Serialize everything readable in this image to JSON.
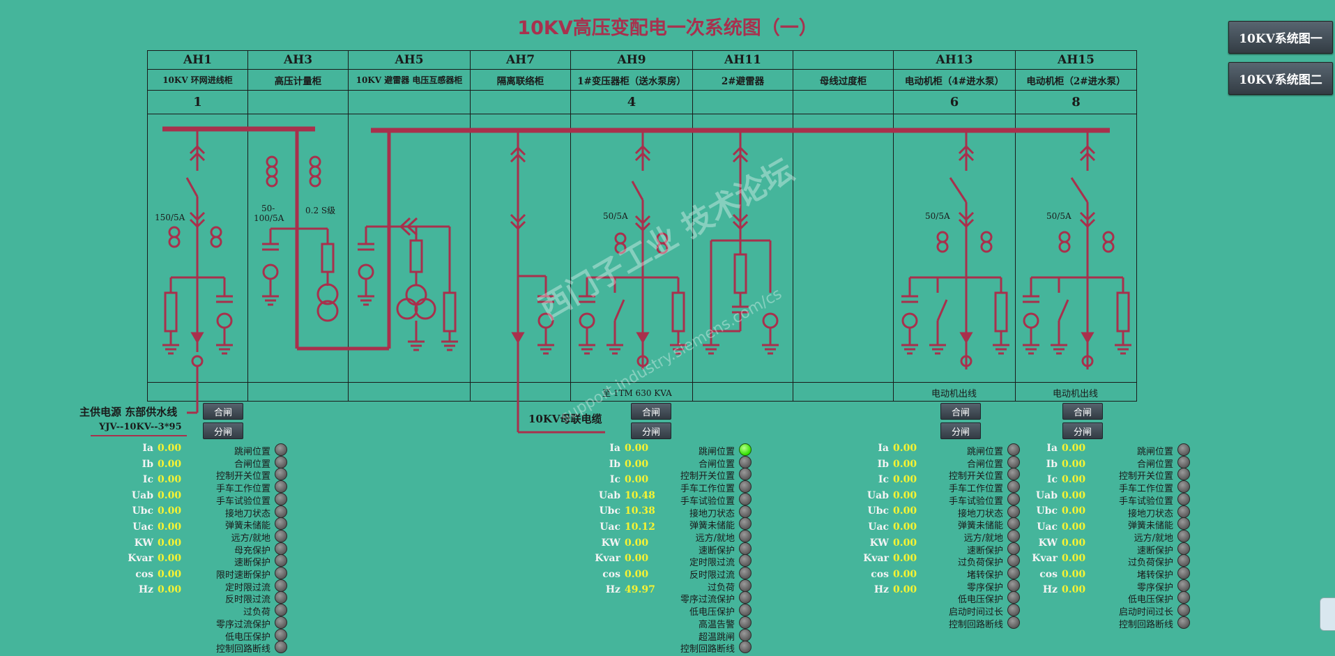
{
  "title": "10KV高压变配电一次系统图（一）",
  "nav": {
    "btn1": "10KV系统图一",
    "btn2": "10KV系统图二"
  },
  "cabinets": [
    {
      "code": "AH1",
      "name": "10KV 环网进线柜",
      "num": "1"
    },
    {
      "code": "AH3",
      "name": "高压计量柜",
      "num": ""
    },
    {
      "code": "AH5",
      "name": "10KV 避雷器 电压互感器柜",
      "num": ""
    },
    {
      "code": "AH7",
      "name": "隔离联络柜",
      "num": ""
    },
    {
      "code": "AH9",
      "name": "1#变压器柜（送水泵房）",
      "num": "4"
    },
    {
      "code": "AH11",
      "name": "2#避雷器",
      "num": ""
    },
    {
      "code": "",
      "name": "母线过度柜",
      "num": ""
    },
    {
      "code": "AH13",
      "name": "电动机柜（4#进水泵）",
      "num": "6"
    },
    {
      "code": "AH15",
      "name": "电动机柜（2#进水泵）",
      "num": "8"
    }
  ],
  "footer_labels": {
    "ah9": "至 1TM 630 KVA",
    "ah13": "电动机出线",
    "ah15": "电动机出线"
  },
  "ct_labels": {
    "ah1": "150/5A",
    "ah3a": "50-",
    "ah3b": "100/5A",
    "ah3c": "0.2 S级",
    "ah9": "50/5A",
    "ah13": "50/5A",
    "ah15": "50/5A"
  },
  "supply": {
    "line1": "主供电源  东部供水线",
    "line2": "YJV--10KV--3*95"
  },
  "bus_cable": "10KV母联电缆",
  "close_btn": "合闸",
  "open_btn": "分闸",
  "watermark": {
    "text": "西门子工业 技术论坛",
    "url": "support.industry.siemens.com/cs"
  },
  "panels": [
    {
      "measures": [
        {
          "label": "Ia",
          "value": "0.00"
        },
        {
          "label": "Ib",
          "value": "0.00"
        },
        {
          "label": "Ic",
          "value": "0.00"
        },
        {
          "label": "Uab",
          "value": "0.00"
        },
        {
          "label": "Ubc",
          "value": "0.00"
        },
        {
          "label": "Uac",
          "value": "0.00"
        },
        {
          "label": "KW",
          "value": "0.00"
        },
        {
          "label": "Kvar",
          "value": "0.00"
        },
        {
          "label": "cos",
          "value": "0.00"
        },
        {
          "label": "Hz",
          "value": "0.00"
        }
      ],
      "status": [
        {
          "label": "跳闸位置",
          "on": false
        },
        {
          "label": "合闸位置",
          "on": false
        },
        {
          "label": "控制开关位置",
          "on": false
        },
        {
          "label": "手车工作位置",
          "on": false
        },
        {
          "label": "手车试验位置",
          "on": false
        },
        {
          "label": "接地刀状态",
          "on": false
        },
        {
          "label": "弹簧未储能",
          "on": false
        },
        {
          "label": "远方/就地",
          "on": false
        },
        {
          "label": "母充保护",
          "on": false
        },
        {
          "label": "速断保护",
          "on": false
        },
        {
          "label": "限时速断保护",
          "on": false
        },
        {
          "label": "定时限过流",
          "on": false
        },
        {
          "label": "反时限过流",
          "on": false
        },
        {
          "label": "过负荷",
          "on": false
        },
        {
          "label": "零序过流保护",
          "on": false
        },
        {
          "label": "低电压保护",
          "on": false
        },
        {
          "label": "控制回路断线",
          "on": false
        }
      ]
    },
    {
      "measures": [
        {
          "label": "Ia",
          "value": "0.00"
        },
        {
          "label": "Ib",
          "value": "0.00"
        },
        {
          "label": "Ic",
          "value": "0.00"
        },
        {
          "label": "Uab",
          "value": "10.48"
        },
        {
          "label": "Ubc",
          "value": "10.38"
        },
        {
          "label": "Uac",
          "value": "10.12"
        },
        {
          "label": "KW",
          "value": "0.00"
        },
        {
          "label": "Kvar",
          "value": "0.00"
        },
        {
          "label": "cos",
          "value": "0.00"
        },
        {
          "label": "Hz",
          "value": "49.97"
        }
      ],
      "status": [
        {
          "label": "跳闸位置",
          "on": true
        },
        {
          "label": "合闸位置",
          "on": false
        },
        {
          "label": "控制开关位置",
          "on": false
        },
        {
          "label": "手车工作位置",
          "on": false
        },
        {
          "label": "手车试验位置",
          "on": false
        },
        {
          "label": "接地刀状态",
          "on": false
        },
        {
          "label": "弹簧未储能",
          "on": false
        },
        {
          "label": "远方/就地",
          "on": false
        },
        {
          "label": "速断保护",
          "on": false
        },
        {
          "label": "定时限过流",
          "on": false
        },
        {
          "label": "反时限过流",
          "on": false
        },
        {
          "label": "过负荷",
          "on": false
        },
        {
          "label": "零序过流保护",
          "on": false
        },
        {
          "label": "低电压保护",
          "on": false
        },
        {
          "label": "高温告警",
          "on": false
        },
        {
          "label": "超温跳闸",
          "on": false
        },
        {
          "label": "控制回路断线",
          "on": false
        }
      ]
    },
    {
      "measures": [
        {
          "label": "Ia",
          "value": "0.00"
        },
        {
          "label": "Ib",
          "value": "0.00"
        },
        {
          "label": "Ic",
          "value": "0.00"
        },
        {
          "label": "Uab",
          "value": "0.00"
        },
        {
          "label": "Ubc",
          "value": "0.00"
        },
        {
          "label": "Uac",
          "value": "0.00"
        },
        {
          "label": "KW",
          "value": "0.00"
        },
        {
          "label": "Kvar",
          "value": "0.00"
        },
        {
          "label": "cos",
          "value": "0.00"
        },
        {
          "label": "Hz",
          "value": "0.00"
        }
      ],
      "status": [
        {
          "label": "跳闸位置",
          "on": false
        },
        {
          "label": "合闸位置",
          "on": false
        },
        {
          "label": "控制开关位置",
          "on": false
        },
        {
          "label": "手车工作位置",
          "on": false
        },
        {
          "label": "手车试验位置",
          "on": false
        },
        {
          "label": "接地刀状态",
          "on": false
        },
        {
          "label": "弹簧未储能",
          "on": false
        },
        {
          "label": "远方/就地",
          "on": false
        },
        {
          "label": "速断保护",
          "on": false
        },
        {
          "label": "过负荷保护",
          "on": false
        },
        {
          "label": "堵转保护",
          "on": false
        },
        {
          "label": "零序保护",
          "on": false
        },
        {
          "label": "低电压保护",
          "on": false
        },
        {
          "label": "启动时间过长",
          "on": false
        },
        {
          "label": "控制回路断线",
          "on": false
        }
      ]
    },
    {
      "measures": [
        {
          "label": "Ia",
          "value": "0.00"
        },
        {
          "label": "Ib",
          "value": "0.00"
        },
        {
          "label": "Ic",
          "value": "0.00"
        },
        {
          "label": "Uab",
          "value": "0.00"
        },
        {
          "label": "Ubc",
          "value": "0.00"
        },
        {
          "label": "Uac",
          "value": "0.00"
        },
        {
          "label": "KW",
          "value": "0.00"
        },
        {
          "label": "Kvar",
          "value": "0.00"
        },
        {
          "label": "cos",
          "value": "0.00"
        },
        {
          "label": "Hz",
          "value": "0.00"
        }
      ],
      "status": [
        {
          "label": "跳闸位置",
          "on": false
        },
        {
          "label": "合闸位置",
          "on": false
        },
        {
          "label": "控制开关位置",
          "on": false
        },
        {
          "label": "手车工作位置",
          "on": false
        },
        {
          "label": "手车试验位置",
          "on": false
        },
        {
          "label": "接地刀状态",
          "on": false
        },
        {
          "label": "弹簧未储能",
          "on": false
        },
        {
          "label": "远方/就地",
          "on": false
        },
        {
          "label": "速断保护",
          "on": false
        },
        {
          "label": "过负荷保护",
          "on": false
        },
        {
          "label": "堵转保护",
          "on": false
        },
        {
          "label": "零序保护",
          "on": false
        },
        {
          "label": "低电压保护",
          "on": false
        },
        {
          "label": "启动时间过长",
          "on": false
        },
        {
          "label": "控制回路断线",
          "on": false
        }
      ]
    }
  ]
}
